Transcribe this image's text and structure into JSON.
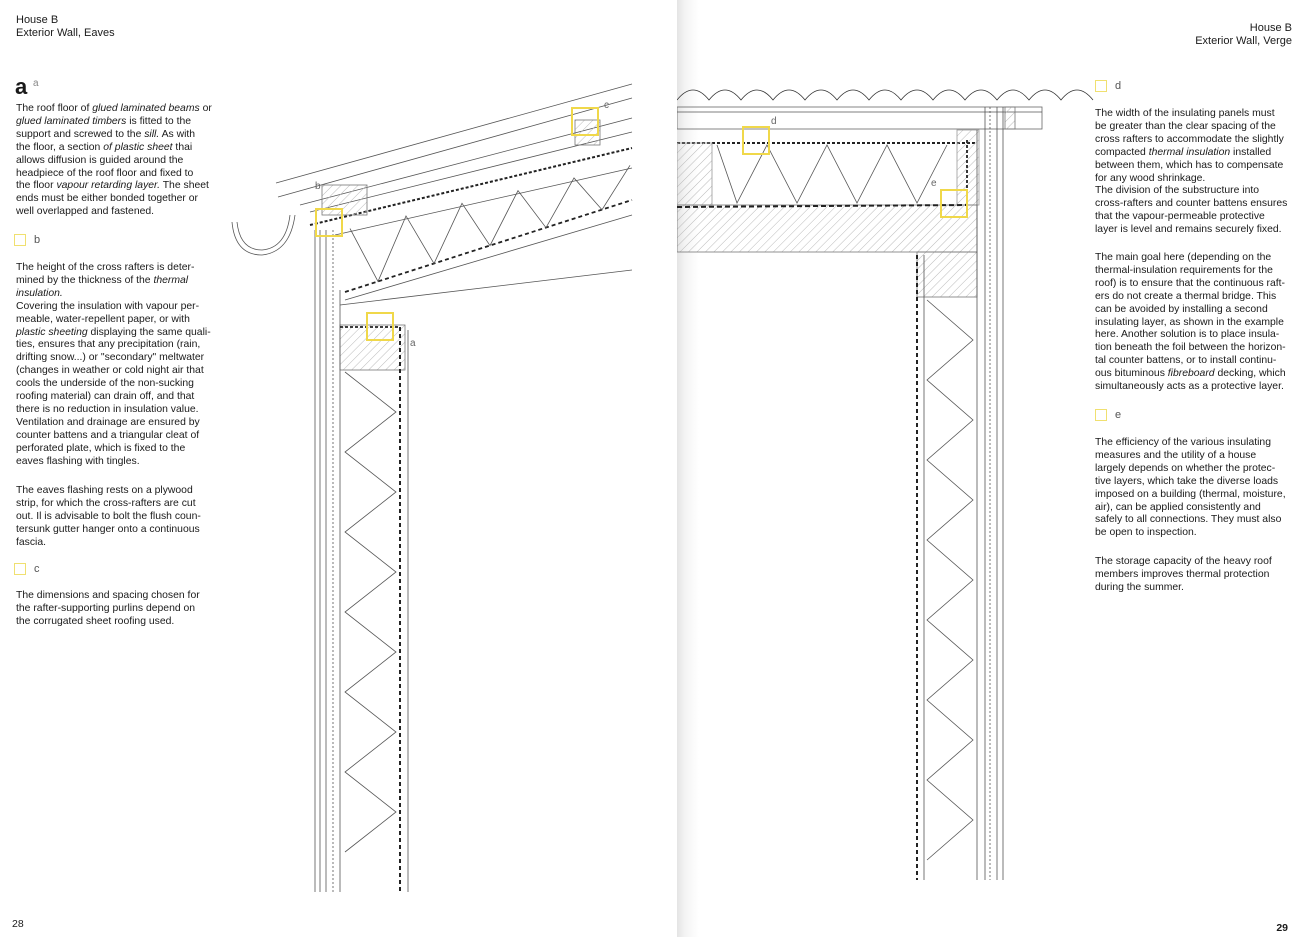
{
  "left_page": {
    "header": {
      "line1": "House B",
      "line2": "Exterior Wall, Eaves"
    },
    "section_letter": "a",
    "section_letter_small": "a",
    "page_number": "28",
    "paragraphs": {
      "a": [
        [
          "The roof floor of ",
          {
            "i": "glued laminated beams"
          },
          " or"
        ],
        [
          {
            "i": "glued laminated timbers"
          },
          " is fitted to the"
        ],
        [
          "support and screwed to the ",
          {
            "i": "sill."
          },
          " As with"
        ],
        [
          "the floor, a section ",
          {
            "i": "of plastic sheet"
          },
          " thai"
        ],
        [
          "allows diffusion is guided around the"
        ],
        [
          "headpiece of the roof floor and fixed to"
        ],
        [
          "the floor ",
          {
            "i": "vapour retarding layer."
          },
          " The sheet"
        ],
        [
          "ends must be either bonded together or"
        ],
        [
          "well overlapped and fastened."
        ]
      ],
      "b1": [
        [
          "The height of the cross rafters is deter-"
        ],
        [
          "mined by the thickness of the ",
          {
            "i": "thermal"
          }
        ],
        [
          {
            "i": "insulation."
          }
        ],
        [
          "Covering the insulation with vapour per-"
        ],
        [
          "meable, water-repellent paper, or with"
        ],
        [
          {
            "i": "plastic sheeting"
          },
          " displaying the same quali-"
        ],
        [
          "ties, ensures that any precipitation (rain,"
        ],
        [
          "drifting snow...) or \"secondary\" meltwater"
        ],
        [
          "(changes in weather or cold night air that"
        ],
        [
          "cools the underside of the non-sucking"
        ],
        [
          "roofing material) can drain off, and that"
        ],
        [
          "there is no reduction in insulation value."
        ],
        [
          "Ventilation and drainage are ensured by"
        ],
        [
          "counter battens and a triangular cleat of"
        ],
        [
          "perforated plate, which is fixed to the"
        ],
        [
          "eaves flashing with tingles."
        ]
      ],
      "b2": [
        [
          "The eaves flashing rests on a plywood"
        ],
        [
          "strip, for which the cross-rafters are cut"
        ],
        [
          "out. Il is advisable to bolt the flush coun-"
        ],
        [
          "tersunk gutter hanger onto a continuous"
        ],
        [
          "fascia."
        ]
      ],
      "c": [
        [
          "The dimensions and spacing chosen for"
        ],
        [
          "the rafter-supporting purlins depend on"
        ],
        [
          "the corrugated sheet roofing used."
        ]
      ]
    },
    "markers": {
      "b": "b",
      "c": "c"
    },
    "drawing_labels": {
      "a": "a",
      "b": "b",
      "c": "c"
    }
  },
  "right_page": {
    "header": {
      "line1": "House B",
      "line2": "Exterior Wall, Verge"
    },
    "page_number": "29",
    "paragraphs": {
      "d1": [
        [
          "The width of the insulating panels must"
        ],
        [
          "be greater than the clear spacing of the"
        ],
        [
          "cross rafters to accommodate the slightly"
        ],
        [
          "compacted ",
          {
            "i": "thermal insulation"
          },
          " installed"
        ],
        [
          "between them, which has to compensate"
        ],
        [
          "for any wood shrinkage."
        ],
        [
          "The division of the substructure into"
        ],
        [
          "cross-rafters and counter battens ensures"
        ],
        [
          "that the vapour-permeable protective"
        ],
        [
          "layer is level and remains securely fixed."
        ]
      ],
      "d2": [
        [
          "The main goal here (depending on the"
        ],
        [
          "thermal-insulation requirements for the"
        ],
        [
          "roof) is to ensure that the continuous raft-"
        ],
        [
          "ers do not create a thermal bridge. This"
        ],
        [
          "can be avoided by installing a second"
        ],
        [
          "insulating layer, as shown in the example"
        ],
        [
          "here. Another solution is to place insula-"
        ],
        [
          "tion beneath the foil between the horizon-"
        ],
        [
          "tal counter battens, or to install continu-"
        ],
        [
          "ous bituminous ",
          {
            "i": "fibreboard"
          },
          " decking, which"
        ],
        [
          "simultaneously acts as a protective layer."
        ]
      ],
      "e1": [
        [
          "The efficiency of the various insulating"
        ],
        [
          "measures and the utility of a house"
        ],
        [
          "largely depends on whether the protec-"
        ],
        [
          "tive layers, which take the diverse loads"
        ],
        [
          "imposed on a building (thermal, moisture,"
        ],
        [
          "air), can be applied consistently and"
        ],
        [
          "safely to all connections. They must also"
        ],
        [
          "be open to inspection."
        ]
      ],
      "e2": [
        [
          "The storage capacity of the heavy roof"
        ],
        [
          "members improves thermal protection"
        ],
        [
          "during the summer."
        ]
      ]
    },
    "markers": {
      "d": "d",
      "e": "e"
    },
    "drawing_labels": {
      "d": "d",
      "e": "e"
    }
  },
  "colors": {
    "highlight": "#f0d84a",
    "ink": "#1a1a1a"
  }
}
